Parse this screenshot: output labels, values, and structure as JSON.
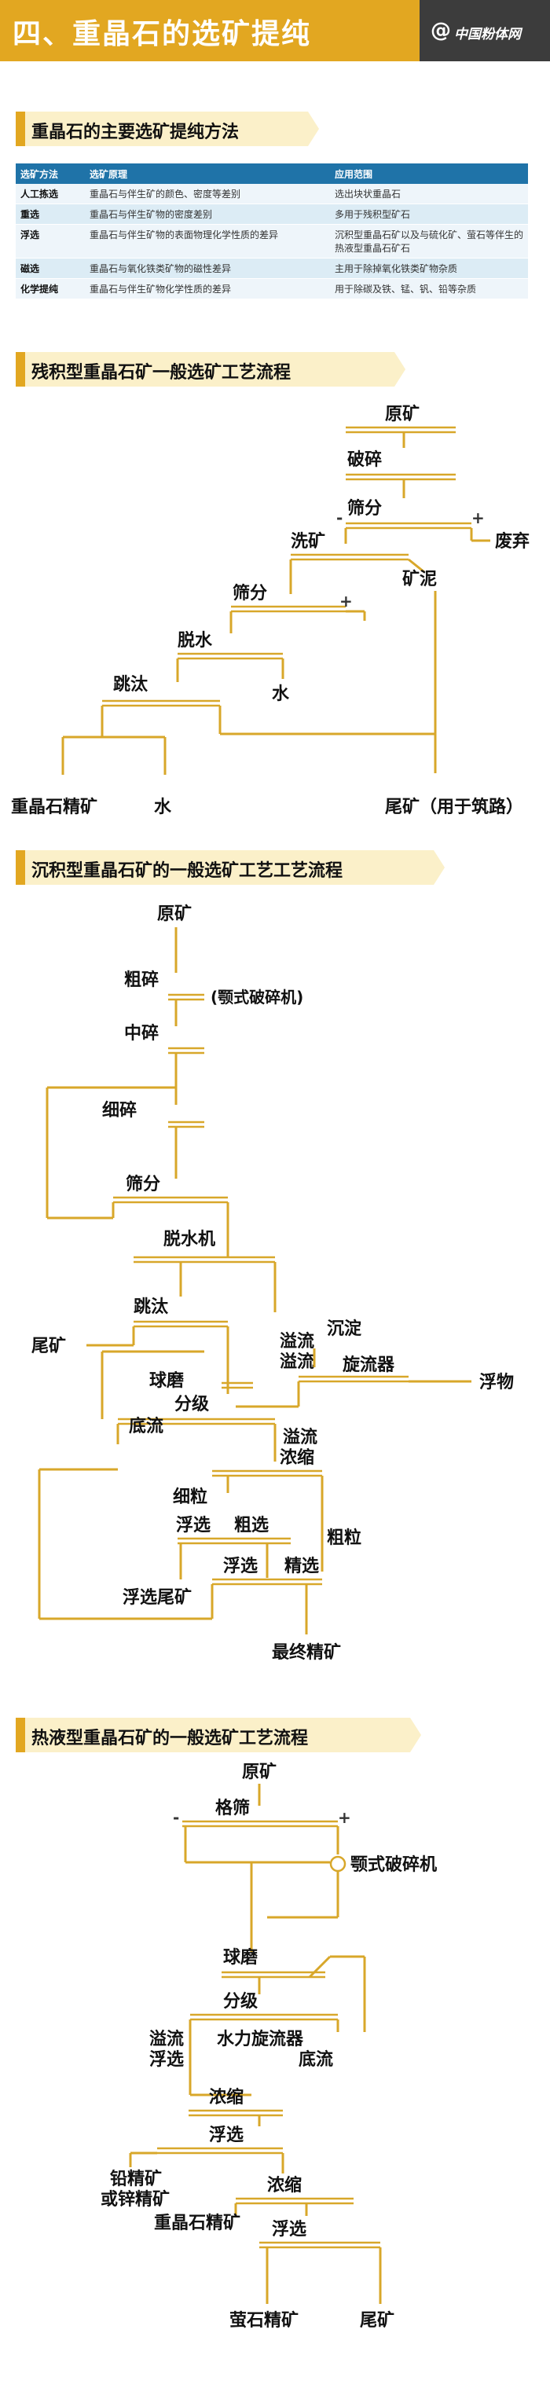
{
  "header": {
    "title": "四、重晶石的选矿提纯",
    "logo_icon": "@",
    "logo_text": "中国粉体网"
  },
  "sec1": {
    "title": "重晶石的主要选矿提纯方法",
    "headers": [
      "选矿方法",
      "选矿原理",
      "应用范围"
    ],
    "rows": [
      [
        "人工拣选",
        "重晶石与伴生矿的颜色、密度等差别",
        "选出块状重晶石"
      ],
      [
        "重选",
        "重晶石与伴生矿物的密度差别",
        "多用于残积型矿石"
      ],
      [
        "浮选",
        "重晶石与伴生矿物的表面物理化学性质的差异",
        "沉积型重晶石矿以及与硫化矿、萤石等伴生的热液型重晶石矿石"
      ],
      [
        "磁选",
        "重晶石与氧化铁类矿物的磁性差异",
        "主用于除掉氧化铁类矿物杂质"
      ],
      [
        "化学提纯",
        "重晶石与伴生矿物化学性质的差异",
        "用于除碳及铁、锰、钒、铅等杂质"
      ]
    ]
  },
  "sec2": {
    "title": "残积型重晶石矿一般选矿工艺流程",
    "n": {
      "ore": "原矿",
      "crush": "破碎",
      "screen1": "筛分",
      "wash": "洗矿",
      "waste": "废弃",
      "slime": "矿泥",
      "screen2": "筛分",
      "dewater": "脱水",
      "water1": "水",
      "jig": "跳汰",
      "barite": "重晶石精矿",
      "water2": "水",
      "tail": "尾矿（用于筑路）",
      "minus": "-",
      "plus": "+"
    }
  },
  "sec3": {
    "title": "沉积型重晶石矿的一般选矿工艺工艺流程",
    "n": {
      "ore": "原矿",
      "coarse": "粗碎",
      "jaw": "(颚式破碎机)",
      "mid": "中碎",
      "fine": "细碎",
      "screen": "筛分",
      "dewater": "脱水机",
      "jig": "跳汰",
      "tail": "尾矿",
      "settle": "沉淀",
      "overflow": "溢流",
      "cyclone": "旋流器",
      "float": "浮物",
      "ballmill": "球磨",
      "classify": "分级",
      "underflow": "底流",
      "overflow2": "溢流",
      "thicken": "浓缩",
      "finepart": "细粒",
      "float1": "浮选",
      "rough": "粗选",
      "coarsepart": "粗粒",
      "float2": "浮选",
      "clean": "精选",
      "ftail": "浮选尾矿",
      "final": "最终精矿"
    }
  },
  "sec4": {
    "title": "热液型重晶石矿的一般选矿工艺流程",
    "n": {
      "ore": "原矿",
      "grid": "格筛",
      "jaw": "颚式破碎机",
      "ballmill": "球磨",
      "classify": "分级",
      "overflow": "溢流",
      "float1": "浮选",
      "hydro": "水力旋流器",
      "underflow": "底流",
      "thicken1": "浓缩",
      "float2": "浮选",
      "leadzinc1": "铅精矿",
      "leadzinc2": "或锌精矿",
      "thicken2": "浓缩",
      "barite": "重晶石精矿",
      "float3": "浮选",
      "fluorite": "萤石精矿",
      "tail": "尾矿",
      "minus": "-",
      "plus": "+"
    }
  },
  "colors": {
    "accent": "#e2a721",
    "flow_line": "#d8a72a",
    "table_header": "#1f73a8",
    "banner_bg": "#fbf0c9"
  }
}
